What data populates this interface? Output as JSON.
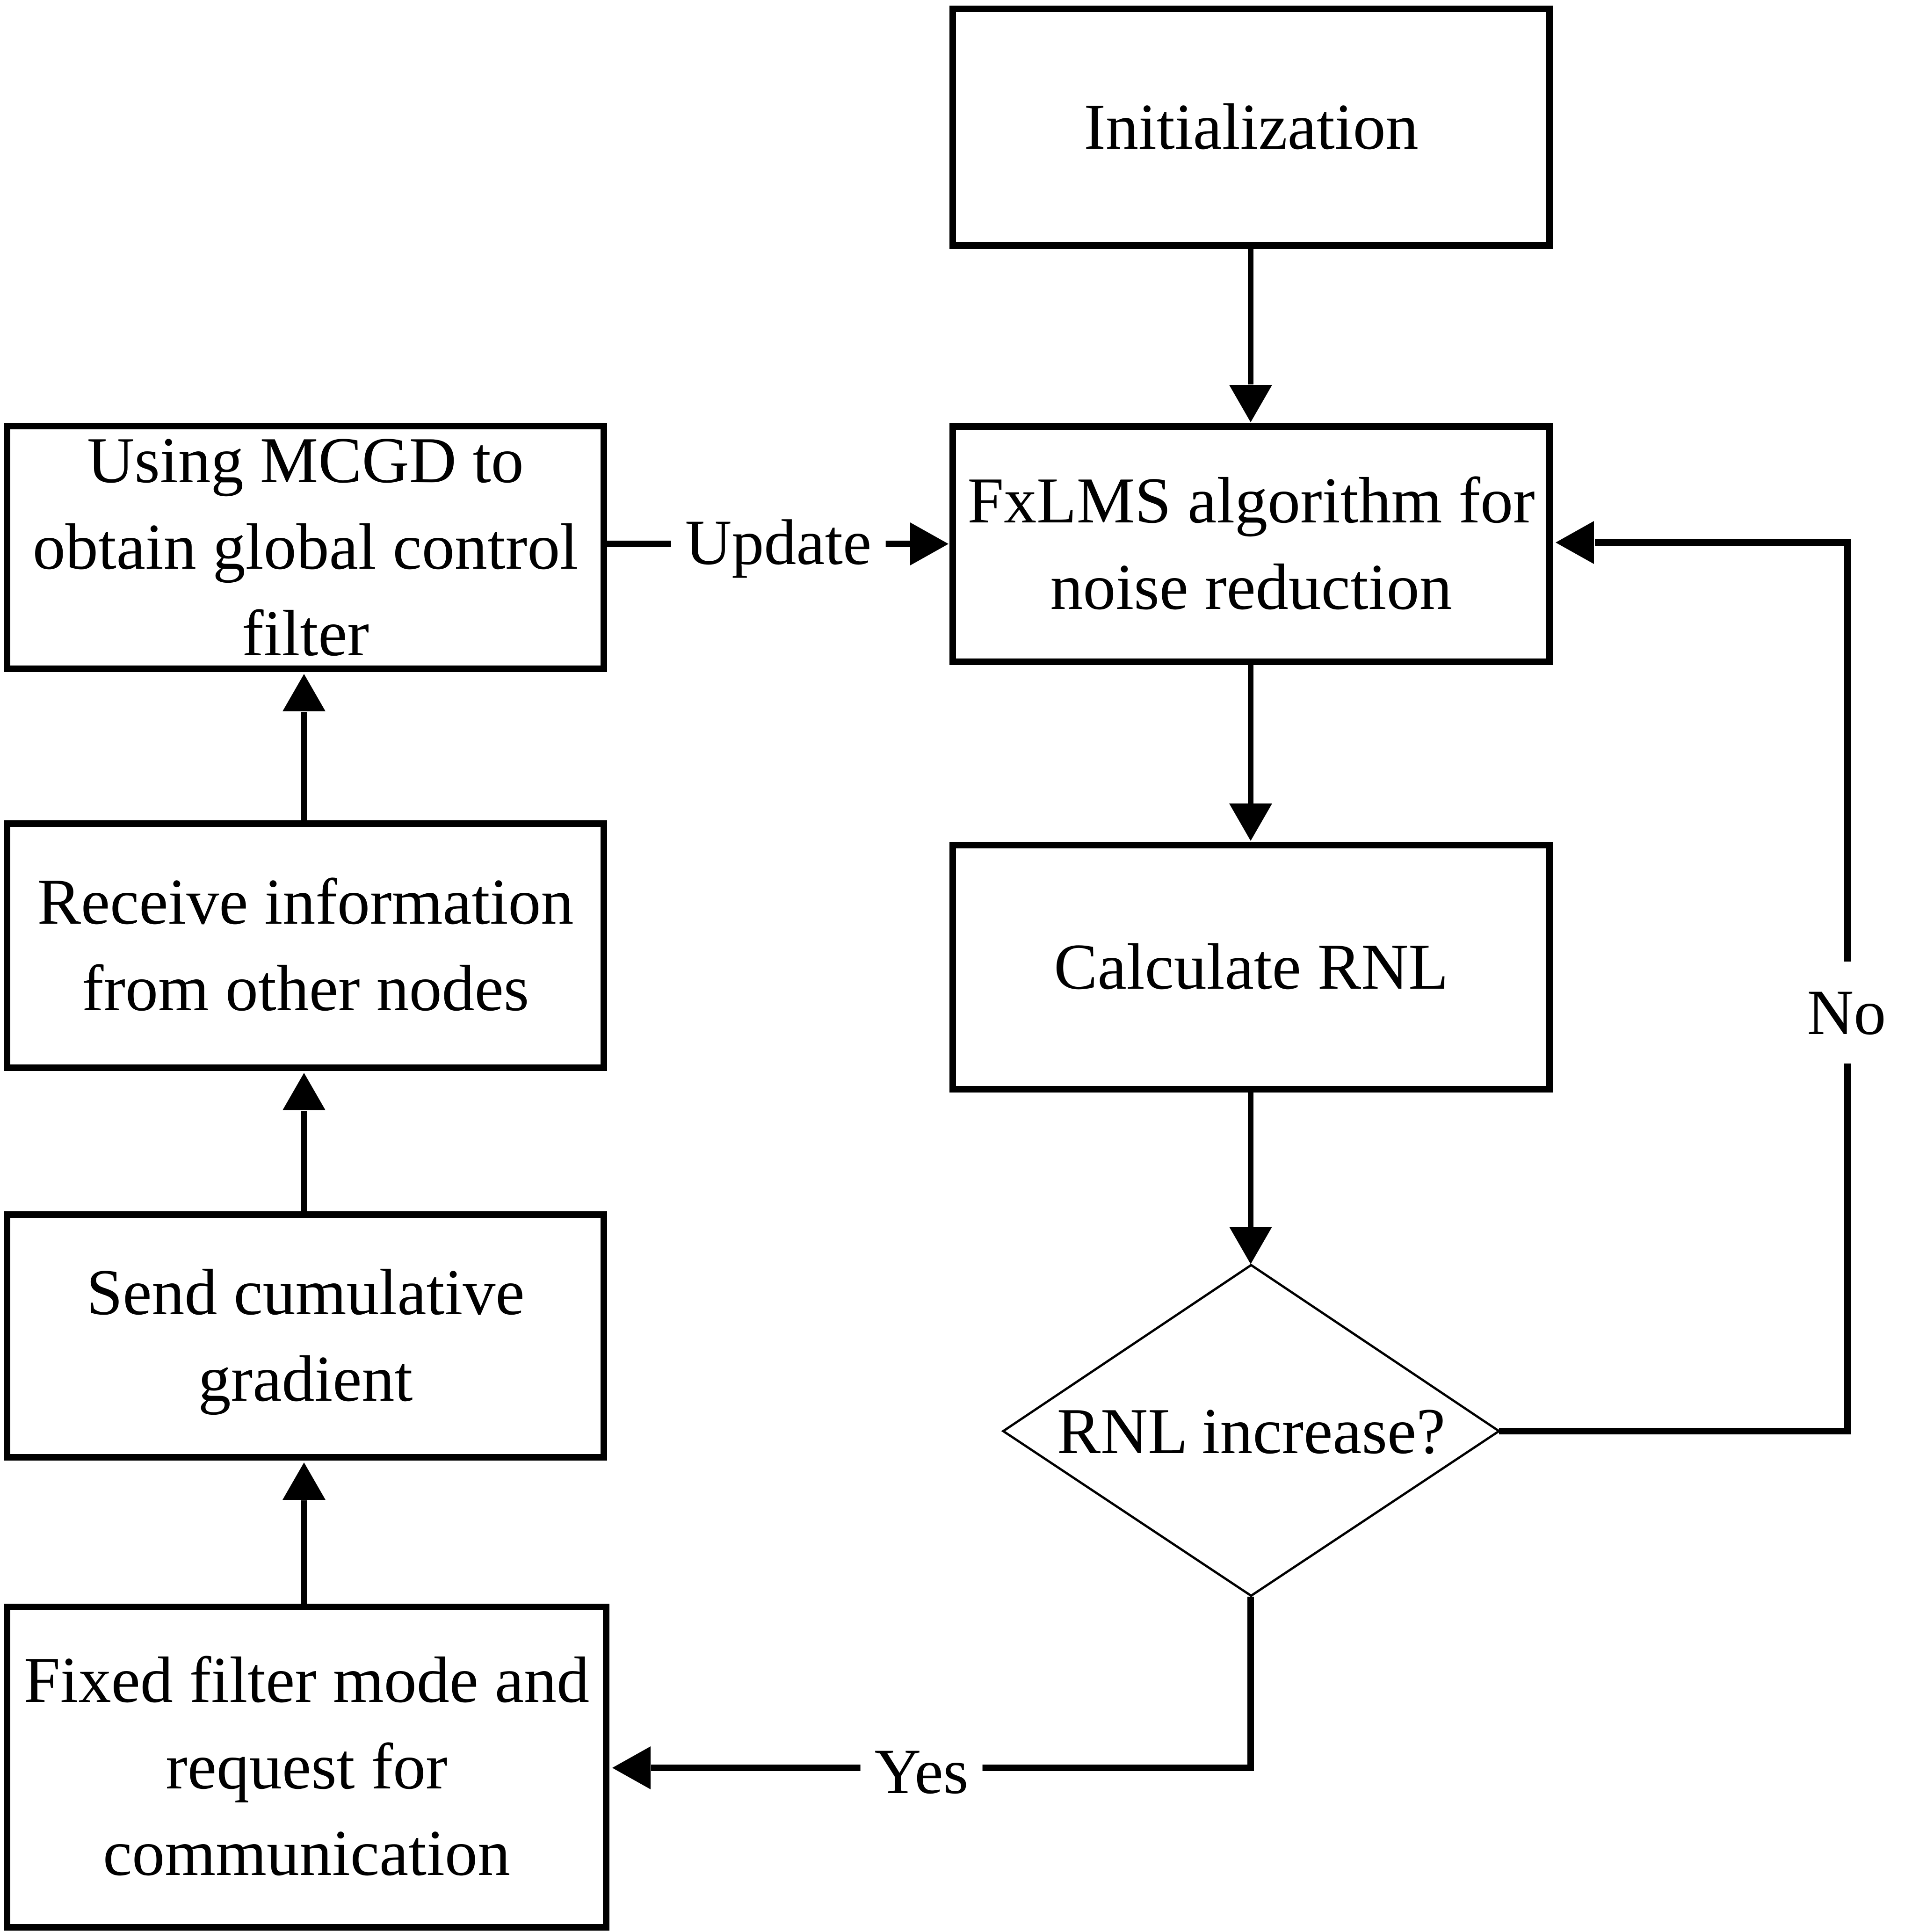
{
  "figure": {
    "type": "flowchart",
    "background_color": "#ffffff",
    "line_color": "#000000",
    "nodes": {
      "initialization": {
        "label": "Initialization",
        "shape": "rectangle"
      },
      "fxlms": {
        "label": "FxLMS algorithm for\nnoise reduction",
        "shape": "rectangle"
      },
      "calculate_rnl": {
        "label": "Calculate RNL",
        "shape": "rectangle"
      },
      "rnl_increase": {
        "label": "RNL increase?",
        "shape": "diamond"
      },
      "mcgd": {
        "label": "Using MCGD to\nobtain global control\nfilter",
        "shape": "rectangle"
      },
      "receive_info": {
        "label": "Receive information\nfrom other nodes",
        "shape": "rectangle"
      },
      "send_gradient": {
        "label": "Send cumulative\ngradient",
        "shape": "rectangle"
      },
      "fixed_filter": {
        "label": "Fixed filter mode and\nrequest for\ncommunication",
        "shape": "rectangle"
      }
    },
    "edge_labels": {
      "update": "Update",
      "no": "No",
      "yes": "Yes"
    },
    "edges": [
      {
        "from": "initialization",
        "to": "fxlms"
      },
      {
        "from": "fxlms",
        "to": "calculate_rnl"
      },
      {
        "from": "calculate_rnl",
        "to": "rnl_increase"
      },
      {
        "from": "rnl_increase",
        "to": "fxlms",
        "label": "No"
      },
      {
        "from": "rnl_increase",
        "to": "fixed_filter",
        "label": "Yes"
      },
      {
        "from": "fixed_filter",
        "to": "send_gradient"
      },
      {
        "from": "send_gradient",
        "to": "receive_info"
      },
      {
        "from": "receive_info",
        "to": "mcgd"
      },
      {
        "from": "mcgd",
        "to": "fxlms",
        "label": "Update"
      }
    ]
  }
}
